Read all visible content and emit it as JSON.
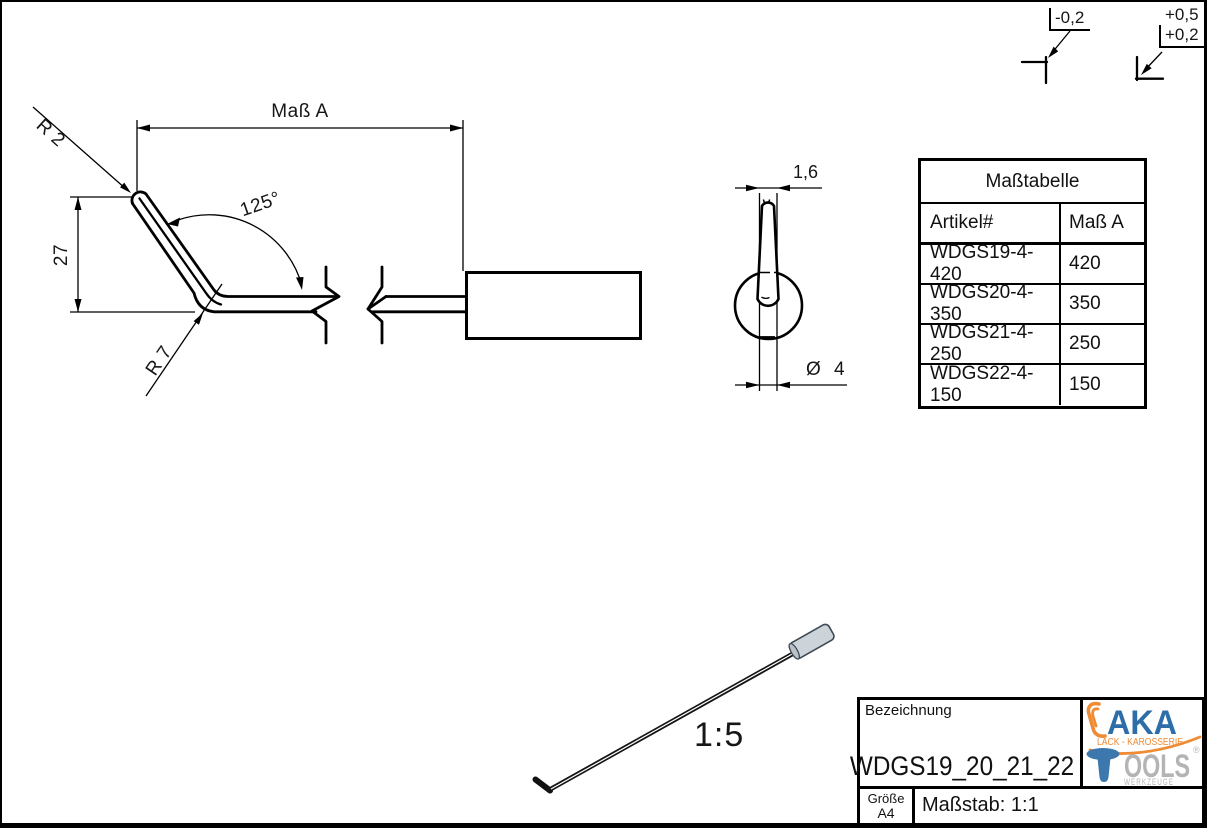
{
  "page": {
    "background": "#ffffff",
    "line_color": "#000000"
  },
  "tolerance_notes": {
    "left_value": "-0,2",
    "right_upper": "+0,5",
    "right_lower": "+0,2"
  },
  "main_view": {
    "dim_length_label": "Maß A",
    "tip_radius_label": "R 2",
    "bend_angle_label": "125°",
    "tip_height_label": "27",
    "bend_radius_label": "R 7"
  },
  "section_view": {
    "tip_width_label": "1,6",
    "rod_diameter_label": "Ø 4"
  },
  "mass_table": {
    "title": "Maßtabelle",
    "col_article": "Artikel#",
    "col_dim": "Maß A",
    "rows": [
      {
        "article": "WDGS19-4-420",
        "dim_a": "420"
      },
      {
        "article": "WDGS20-4-350",
        "dim_a": "350"
      },
      {
        "article": "WDGS21-4-250",
        "dim_a": "250"
      },
      {
        "article": "WDGS22-4-150",
        "dim_a": "150"
      }
    ]
  },
  "iso_view": {
    "scale_label": "1:5"
  },
  "title_block": {
    "designation_label": "Bezeichnung",
    "drawing_number": "WDGS19_20_21_22",
    "size_label": "Größe",
    "size_value": "A4",
    "scale_text": "Maßstab: 1:1"
  },
  "logo": {
    "brand_top": "AKA",
    "tagline_top": "LACK - KAROSSERIE",
    "brand_bottom_suffix": "OOLS",
    "registered_mark": "®",
    "tagline_bottom": "WERKZEUGE",
    "colors": {
      "blue": "#2d6da8",
      "orange": "#ef8b33",
      "gray": "#b4b4b4"
    }
  }
}
